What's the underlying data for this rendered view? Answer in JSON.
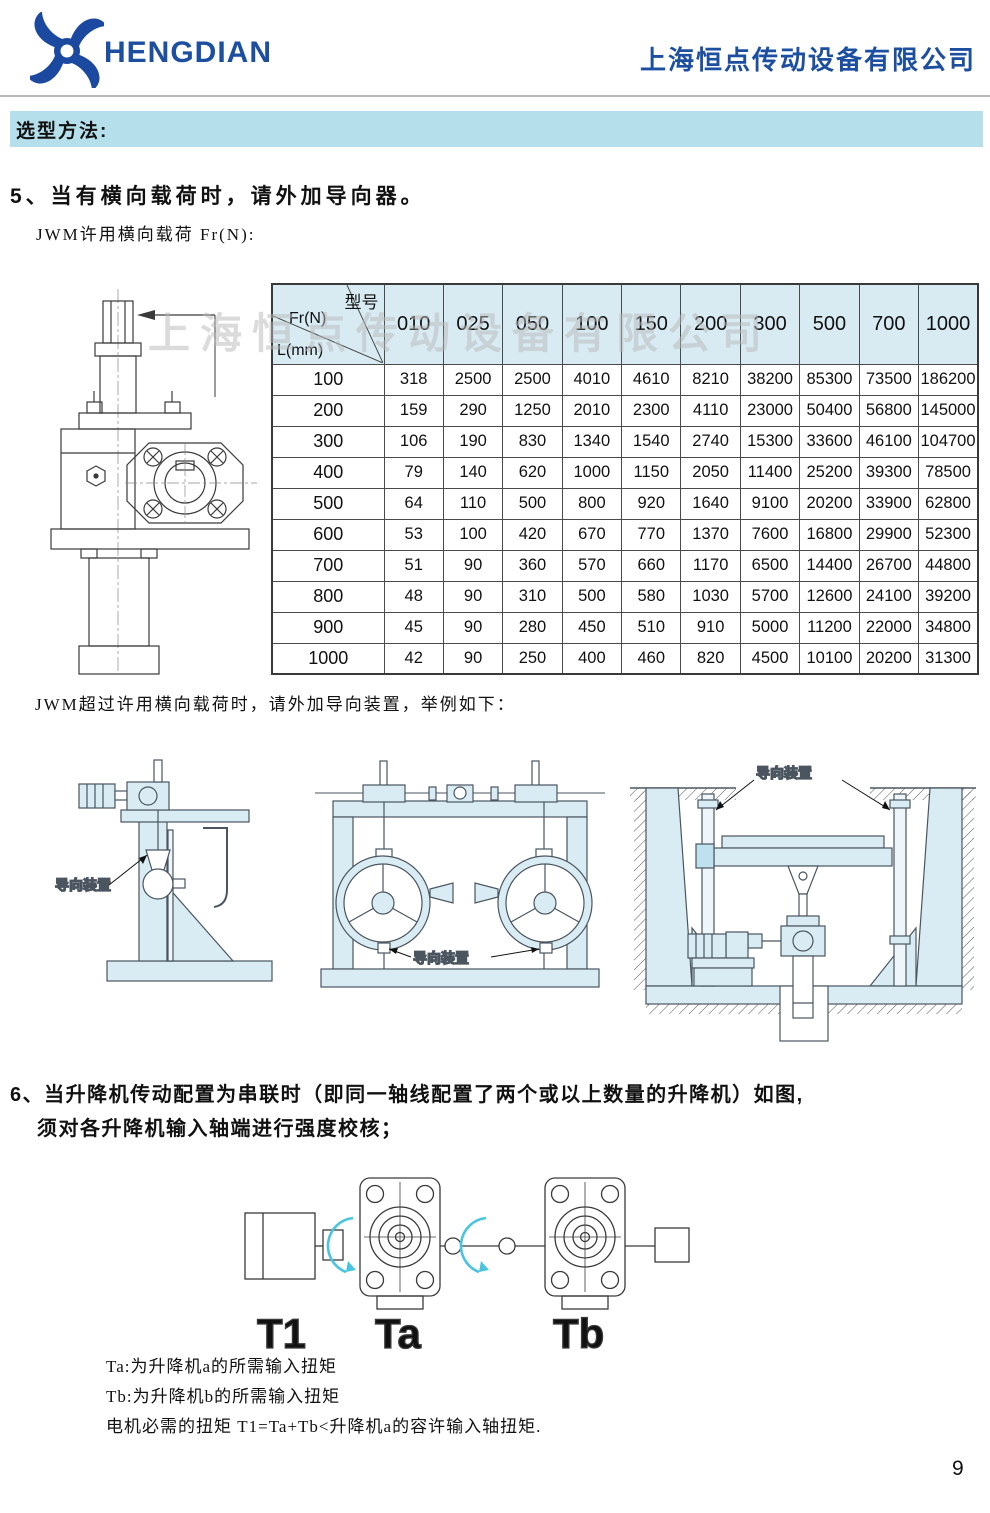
{
  "header": {
    "logo_text": "HENGDIAN",
    "company_name": "上海恒点传动设备有限公司"
  },
  "section_bar": {
    "title": "选型方法:"
  },
  "section5": {
    "heading": "5、当有横向载荷时，请外加导向器。",
    "subheading": "JWM许用横向载荷  Fr(N):",
    "note": "JWM超过许用横向载荷时，请外加导向装置，举例如下："
  },
  "watermark": "上海恒点传动设备有限公司",
  "load_table": {
    "corner": {
      "top_right": "型号",
      "middle": "Fr(N)",
      "bottom_left": "L(mm)"
    },
    "columns": [
      "010",
      "025",
      "050",
      "100",
      "150",
      "200",
      "300",
      "500",
      "700",
      "1000"
    ],
    "rows": [
      {
        "l": "100",
        "values": [
          "318",
          "2500",
          "2500",
          "4010",
          "4610",
          "8210",
          "38200",
          "85300",
          "73500",
          "186200"
        ]
      },
      {
        "l": "200",
        "values": [
          "159",
          "290",
          "1250",
          "2010",
          "2300",
          "4110",
          "23000",
          "50400",
          "56800",
          "145000"
        ]
      },
      {
        "l": "300",
        "values": [
          "106",
          "190",
          "830",
          "1340",
          "1540",
          "2740",
          "15300",
          "33600",
          "46100",
          "104700"
        ]
      },
      {
        "l": "400",
        "values": [
          "79",
          "140",
          "620",
          "1000",
          "1150",
          "2050",
          "11400",
          "25200",
          "39300",
          "78500"
        ]
      },
      {
        "l": "500",
        "values": [
          "64",
          "110",
          "500",
          "800",
          "920",
          "1640",
          "9100",
          "20200",
          "33900",
          "62800"
        ]
      },
      {
        "l": "600",
        "values": [
          "53",
          "100",
          "420",
          "670",
          "770",
          "1370",
          "7600",
          "16800",
          "29900",
          "52300"
        ]
      },
      {
        "l": "700",
        "values": [
          "51",
          "90",
          "360",
          "570",
          "660",
          "1170",
          "6500",
          "14400",
          "26700",
          "44800"
        ]
      },
      {
        "l": "800",
        "values": [
          "48",
          "90",
          "310",
          "500",
          "580",
          "1030",
          "5700",
          "12600",
          "24100",
          "39200"
        ]
      },
      {
        "l": "900",
        "values": [
          "45",
          "90",
          "280",
          "450",
          "510",
          "910",
          "5000",
          "11200",
          "22000",
          "34800"
        ]
      },
      {
        "l": "1000",
        "values": [
          "42",
          "90",
          "250",
          "400",
          "460",
          "820",
          "4500",
          "10100",
          "20200",
          "31300"
        ]
      }
    ]
  },
  "diagrams": {
    "guide_label": "导向装置"
  },
  "section6": {
    "line1": "6、当升降机传动配置为串联时（即同一轴线配置了两个或以上数量的升降机）如图,",
    "line2": "须对各升降机输入轴端进行强度校核；"
  },
  "serial_diagram": {
    "labels": [
      "T1",
      "Ta",
      "Tb"
    ]
  },
  "notes": {
    "line1": "Ta:为升降机a的所需输入扭矩",
    "line2": "Tb:为升降机b的所需输入扭矩",
    "line3": "电机必需的扭矩 T1=Ta+Tb<升降机a的容许输入轴扭矩."
  },
  "page_number": "9",
  "colors": {
    "brand_blue": "#1d4fa1",
    "section_bar_bg": "#b5dfeb",
    "table_header_bg": "#d8ebf3",
    "diagram_fill": "#d9ecf4",
    "rotation_arrow_cyan": "#49c4de"
  }
}
